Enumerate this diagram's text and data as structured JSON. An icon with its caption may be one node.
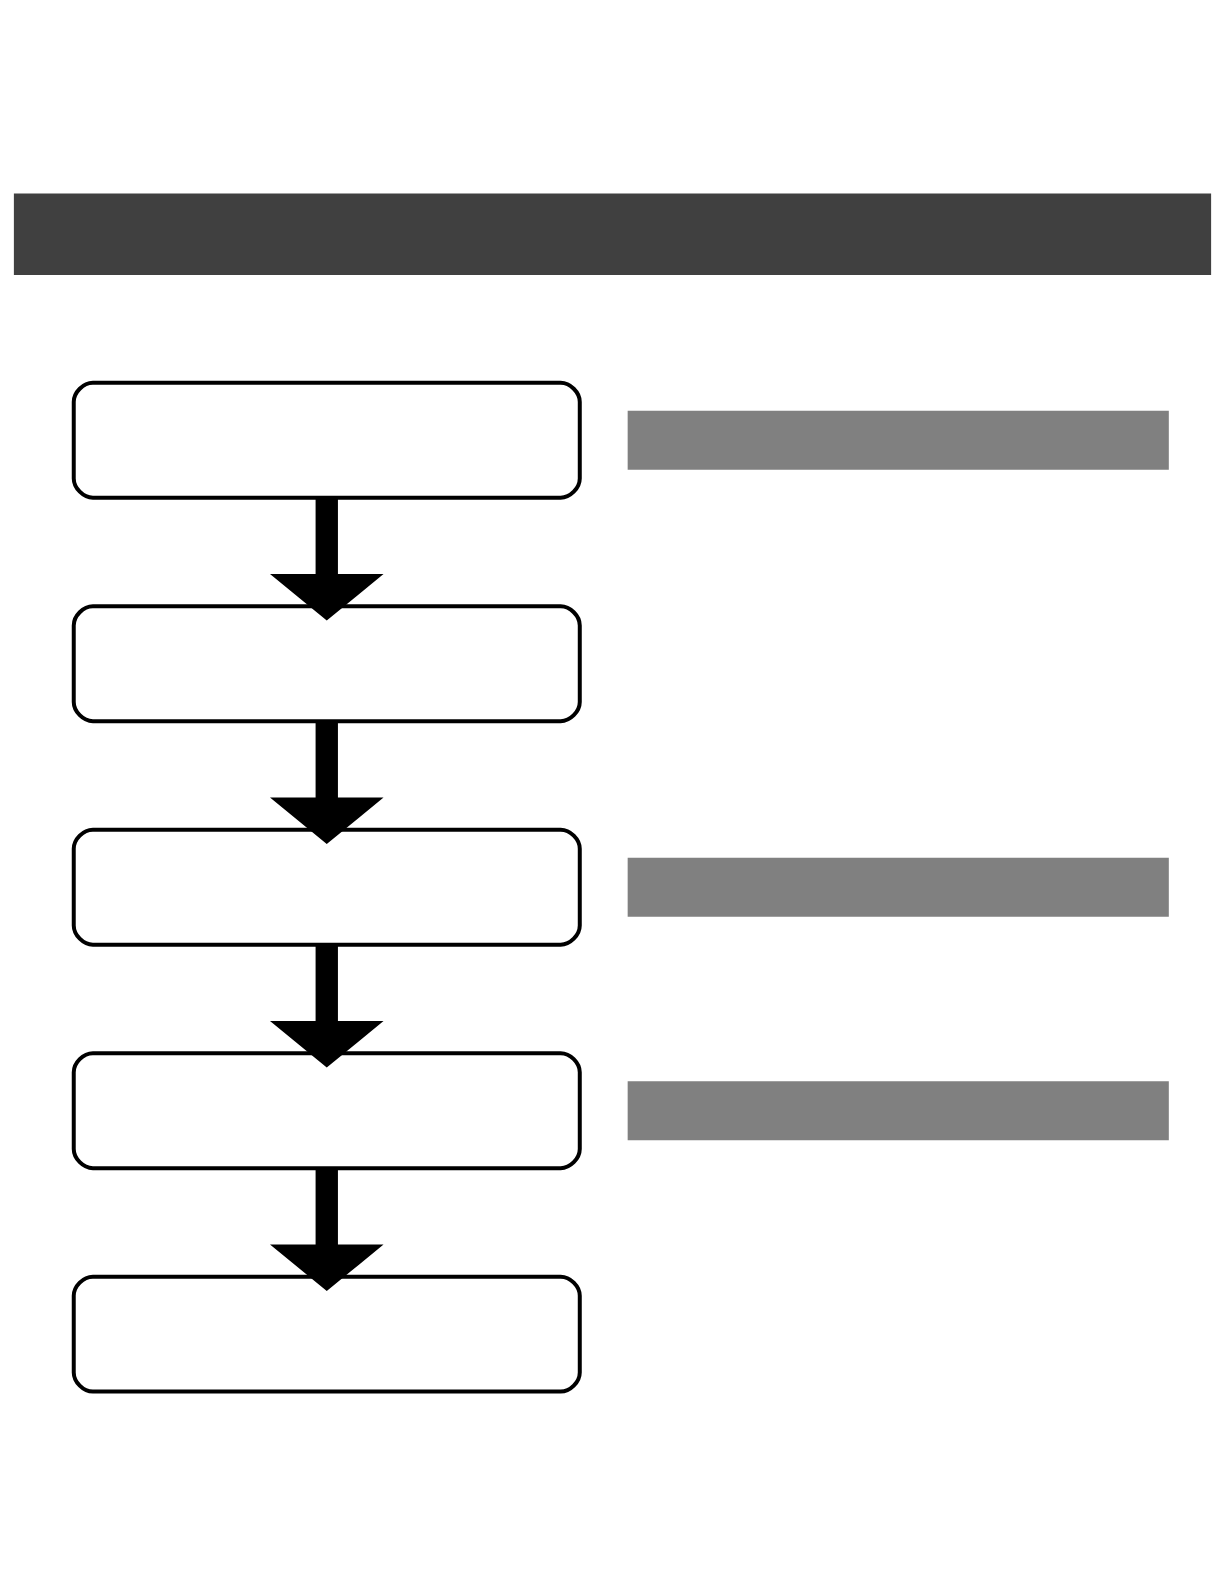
{
  "diagram": {
    "nodes": [
      {
        "text": [],
        "shape": "bar"
      },
      {
        "text": [],
        "shape": "box"
      },
      {
        "text": [],
        "shape": "box"
      },
      {
        "text": [],
        "shape": "box"
      },
      {
        "text": [],
        "shape": "box"
      },
      {
        "text": [],
        "shape": "box"
      },
      {
        "text": [],
        "shape": "bar"
      },
      {
        "text": [],
        "shape": "bar"
      },
      {
        "text": [],
        "shape": "bar"
      }
    ],
    "edges": [
      {
        "from": 1,
        "to": 2,
        "arrow": "to"
      },
      {
        "from": 2,
        "to": 3,
        "arrow": "to"
      },
      {
        "from": 3,
        "to": 4,
        "arrow": "to"
      },
      {
        "from": 4,
        "to": 5,
        "arrow": "to"
      }
    ]
  }
}
